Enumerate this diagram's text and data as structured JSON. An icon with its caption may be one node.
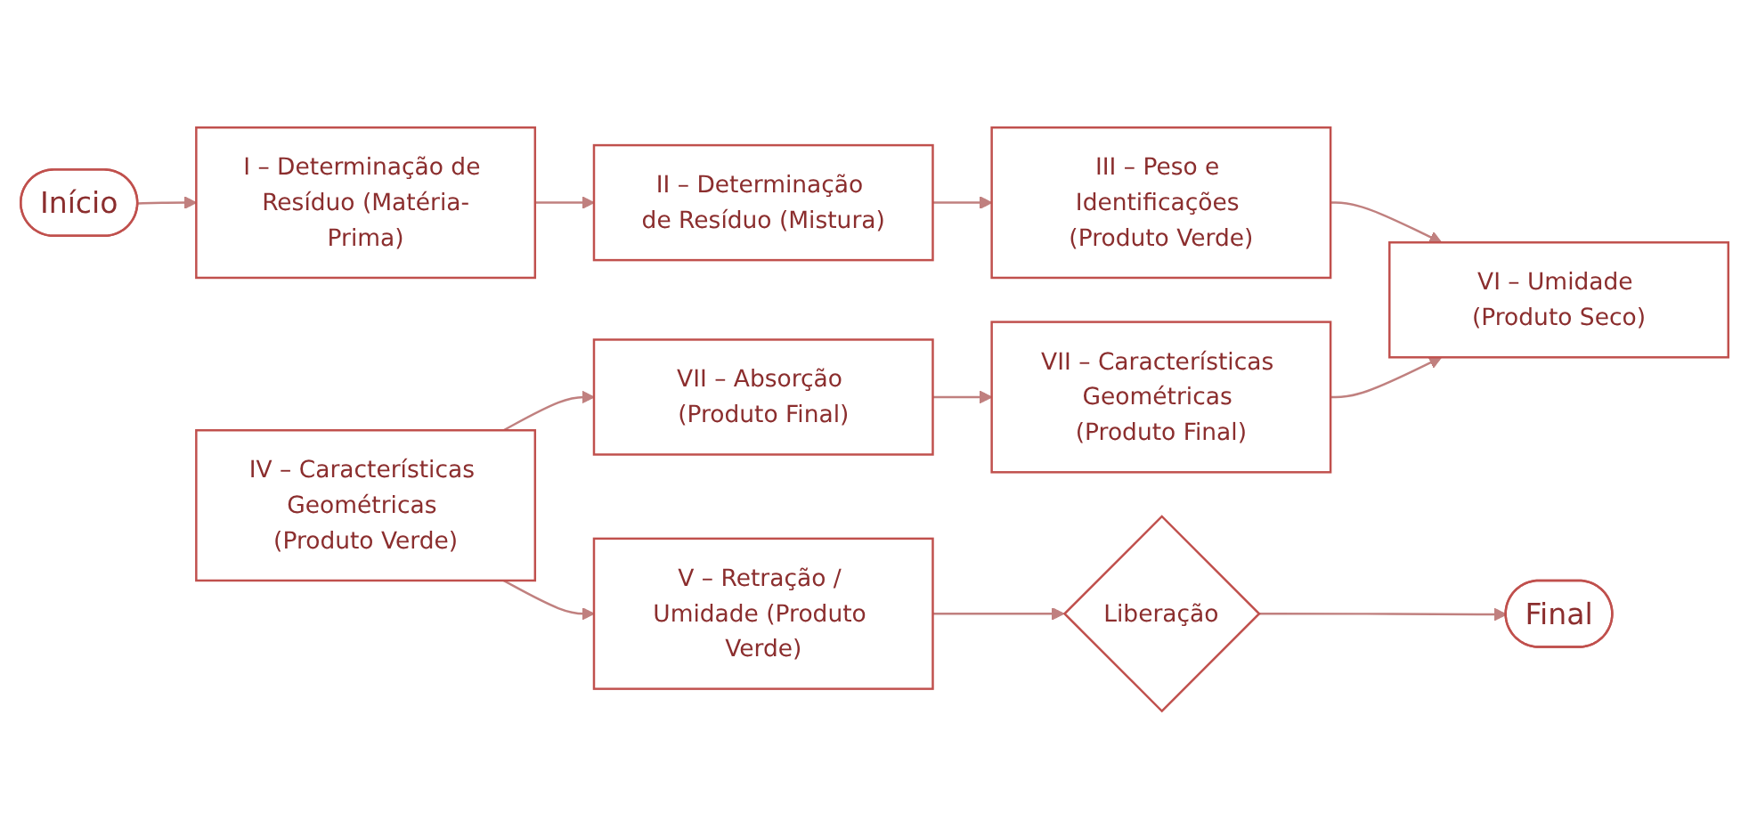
{
  "diagram": {
    "nodes": [
      {
        "text": [
          "Início"
        ]
      },
      {
        "text": [
          "I – Determinação de Resíduo (Matéria-Prima)"
        ]
      },
      {
        "text": [
          "II – Determinação de Resíduo (Mistura)"
        ]
      },
      {
        "text": [
          "III – Peso e Identificações (Produto Verde)"
        ]
      },
      {
        "text": [
          "IV – Características Geométricas (Produto Verde)"
        ]
      },
      {
        "text": [
          "VII – Absorção (Produto Final)"
        ]
      },
      {
        "text": [
          "VII – Características Geométricas (Produto Final)"
        ]
      },
      {
        "text": [
          "VI – Umidade (Produto Seco)"
        ]
      },
      {
        "text": [
          "V – Retração / Umidade (Produto Verde)"
        ]
      },
      {
        "text": [
          "Liberação"
        ]
      },
      {
        "text": [
          "Final"
        ]
      }
    ],
    "edges": [
      {
        "from": 0,
        "to": 1,
        "arrow": "to"
      },
      {
        "from": 1,
        "to": 2,
        "arrow": "to"
      },
      {
        "from": 2,
        "to": 3,
        "arrow": "to"
      },
      {
        "from": 3,
        "to": 7,
        "arrow": "to"
      },
      {
        "from": 4,
        "to": 5,
        "arrow": "to"
      },
      {
        "from": 5,
        "to": 6,
        "arrow": "to"
      },
      {
        "from": 6,
        "to": 7,
        "arrow": "to"
      },
      {
        "from": 4,
        "to": 8,
        "arrow": "to"
      },
      {
        "from": 8,
        "to": 9,
        "arrow": "to"
      },
      {
        "from": 9,
        "to": 10,
        "arrow": "to"
      }
    ]
  }
}
